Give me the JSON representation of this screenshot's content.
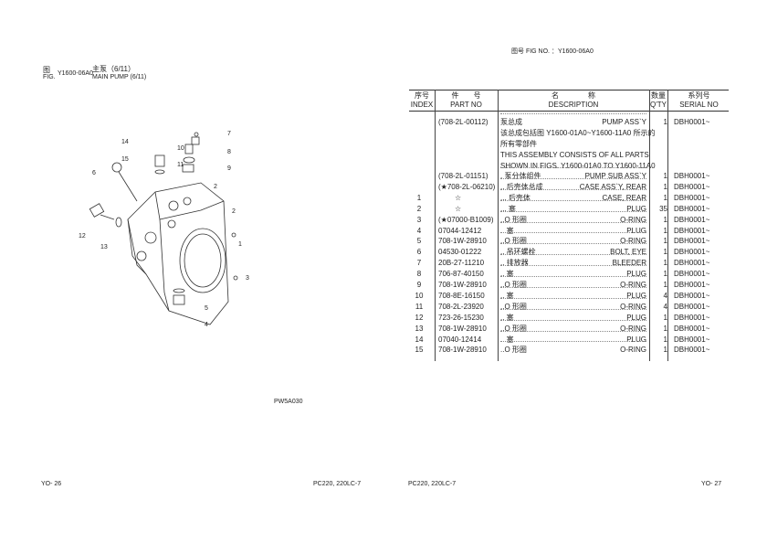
{
  "left_page": {
    "fig_cn": "图",
    "fig_en": "FIG.",
    "fig_no": "Y1600-06A0",
    "title_cn": "主泵（6/11）",
    "title_en": "MAIN PUMP (6/11)",
    "drawing_code": "PW5A030",
    "callouts": [
      "7",
      "14",
      "10",
      "8",
      "15",
      "11",
      "9",
      "6",
      "2",
      "2",
      "1",
      "12",
      "13",
      "3",
      "5",
      "4"
    ],
    "footer_left": "YO- 26",
    "footer_right": "PC220, 220LC-7"
  },
  "right_page": {
    "fig_header": "图号 FIG NO. ：Y1600-06A0",
    "headers": {
      "index_cn": "序号",
      "index_en": "INDEX",
      "part_cn": "件　　号",
      "part_en": "PART NO",
      "desc_cn": "名　　　　称",
      "desc_en": "DESCRIPTION",
      "qty_cn": "数量",
      "qty_en": "Q'TY",
      "serial_cn": "系列号",
      "serial_en": "SERIAL NO"
    },
    "assembly": {
      "part": "(708-2L-00112)",
      "desc_cn": "泵总成",
      "desc_en": "PUMP ASS`Y",
      "qty": "1",
      "serial": "DBH0001~",
      "note_lines": [
        "该总成包括图 Y1600-01A0~Y1600-11A0 所示的",
        "所有零部件",
        "THIS ASSEMBLY CONSISTS OF ALL PARTS",
        "SHOWN IN FIGS. Y1600-01A0 TO Y1600-11A0"
      ]
    },
    "rows": [
      {
        "index": "",
        "part": "(708-2L-01151)",
        "desc_cn": ". 泵分体组件",
        "desc_en": "PUMP SUB ASS`Y",
        "qty": "1",
        "serial": "DBH0001~"
      },
      {
        "index": "",
        "part": "(★708-2L-06210)",
        "desc_cn": ".. 后壳体总成",
        "desc_en": "CASE ASS`Y, REAR",
        "qty": "1",
        "serial": "DBH0001~"
      },
      {
        "index": "1",
        "part": "☆",
        "desc_cn": "... 后壳体",
        "desc_en": "CASE, REAR",
        "qty": "1",
        "serial": "DBH0001~"
      },
      {
        "index": "2",
        "part": "☆",
        "desc_cn": "... 塞",
        "desc_en": "PLUG",
        "qty": "35",
        "serial": "DBH0001~"
      },
      {
        "index": "3",
        "part": "(★07000-B1009)",
        "desc_cn": "..O 形圈",
        "desc_en": "O-RING",
        "qty": "1",
        "serial": "DBH0001~"
      },
      {
        "index": "4",
        "part": "07044-12412",
        "desc_cn": ".. 塞",
        "desc_en": "PLUG",
        "qty": "1",
        "serial": "DBH0001~"
      },
      {
        "index": "5",
        "part": "708-1W-28910",
        "desc_cn": "..O 形圈",
        "desc_en": "O-RING",
        "qty": "1",
        "serial": "DBH0001~"
      },
      {
        "index": "6",
        "part": "04530-01222",
        "desc_cn": ".. 吊环螺栓",
        "desc_en": "BOLT, EYE",
        "qty": "1",
        "serial": "DBH0001~"
      },
      {
        "index": "7",
        "part": "20B-27-11210",
        "desc_cn": ".. 排放器",
        "desc_en": "BLEEDER",
        "qty": "1",
        "serial": "DBH0001~"
      },
      {
        "index": "8",
        "part": "706-87-40150",
        "desc_cn": ".. 塞",
        "desc_en": "PLUG",
        "qty": "1",
        "serial": "DBH0001~"
      },
      {
        "index": "9",
        "part": "708-1W-28910",
        "desc_cn": "..O 形圈",
        "desc_en": "O-RING",
        "qty": "1",
        "serial": "DBH0001~"
      },
      {
        "index": "10",
        "part": "708-8E-16150",
        "desc_cn": ".. 塞",
        "desc_en": "PLUG",
        "qty": "4",
        "serial": "DBH0001~"
      },
      {
        "index": "11",
        "part": "708-2L-23920",
        "desc_cn": "..O 形圈",
        "desc_en": "O-RING",
        "qty": "4",
        "serial": "DBH0001~"
      },
      {
        "index": "12",
        "part": "723-26-15230",
        "desc_cn": ".. 塞",
        "desc_en": "PLUG",
        "qty": "1",
        "serial": "DBH0001~"
      },
      {
        "index": "13",
        "part": "708-1W-28910",
        "desc_cn": "..O 形圈",
        "desc_en": "O-RING",
        "qty": "1",
        "serial": "DBH0001~"
      },
      {
        "index": "14",
        "part": "07040-12414",
        "desc_cn": ".. 塞",
        "desc_en": "PLUG",
        "qty": "1",
        "serial": "DBH0001~"
      },
      {
        "index": "15",
        "part": "708-1W-28910",
        "desc_cn": "..O 形圈",
        "desc_en": "O-RING",
        "qty": "1",
        "serial": "DBH0001~"
      }
    ],
    "footer_left": "PC220, 220LC-7",
    "footer_right": "YO- 27"
  }
}
